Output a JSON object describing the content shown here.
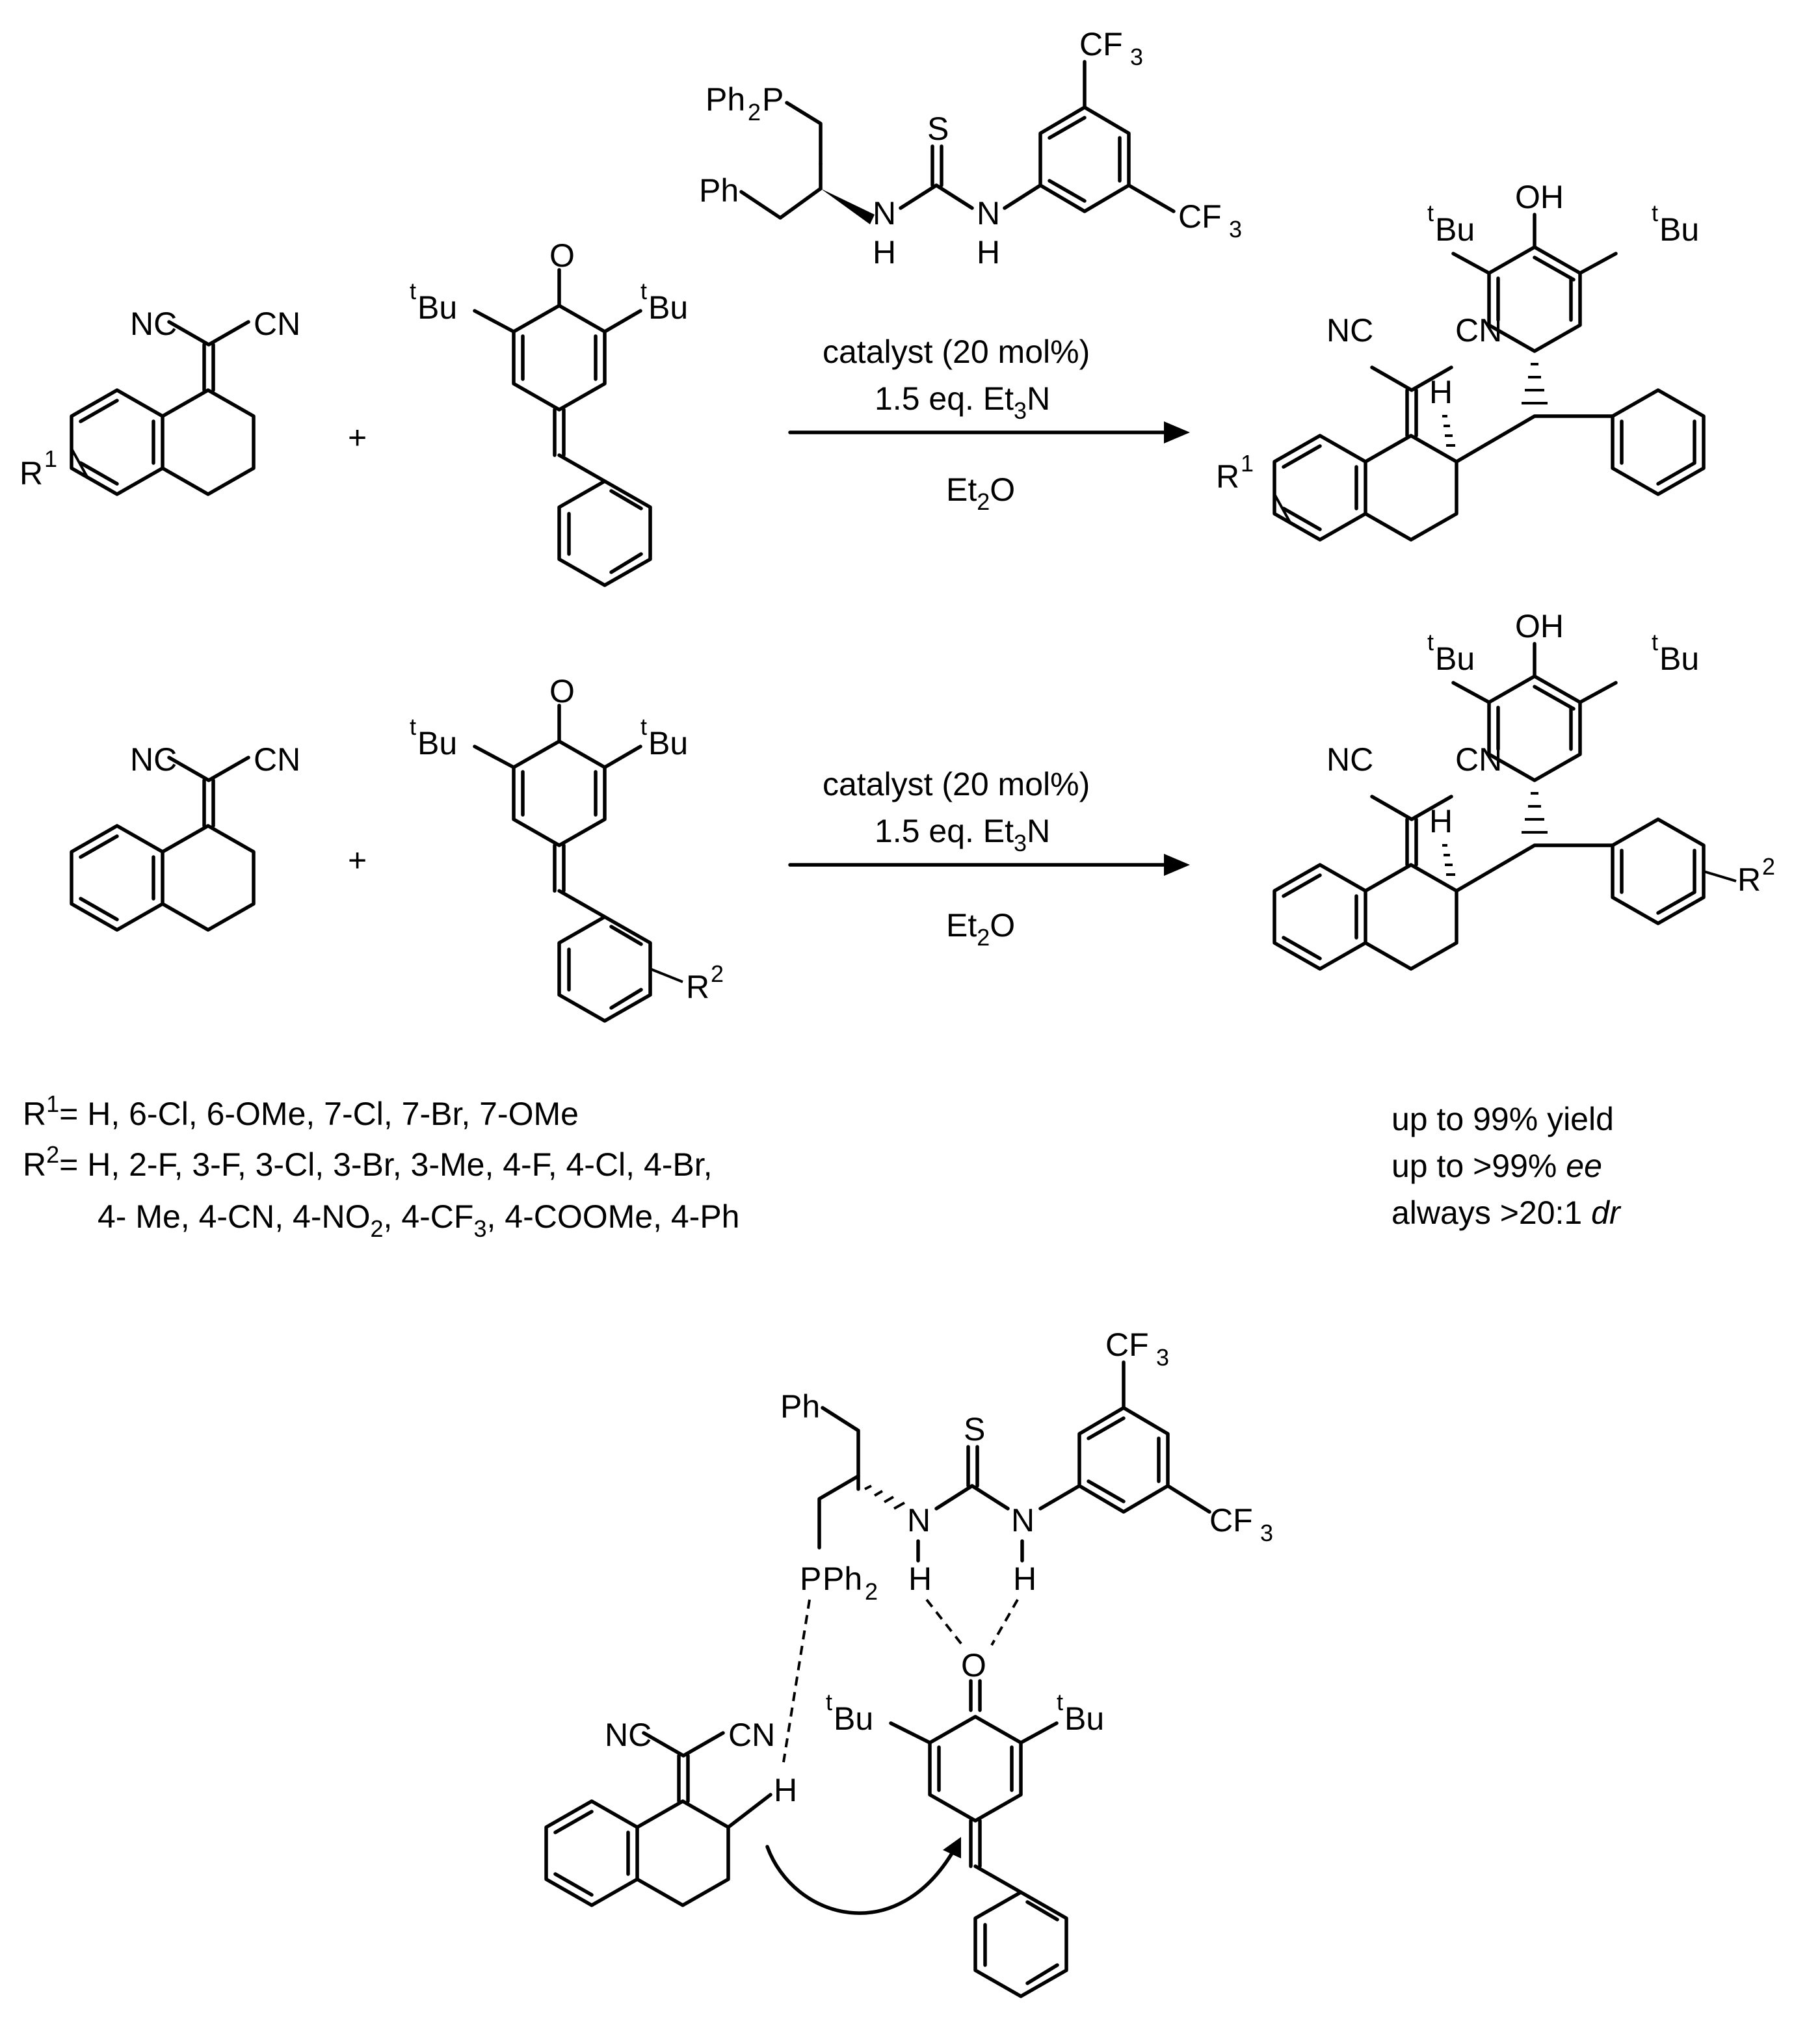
{
  "reactions": [
    {
      "conditions": {
        "line1": "catalyst (20 mol%)",
        "line2_pre": "1.5 eq. Et",
        "line2_sub": "3",
        "line2_post": "N",
        "line3_pre": "Et",
        "line3_sub": "2",
        "line3_post": "O"
      },
      "plus": "+"
    },
    {
      "conditions": {
        "line1": "catalyst (20 mol%)",
        "line2_pre": "1.5 eq. Et",
        "line2_sub": "3",
        "line2_post": "N",
        "line3_pre": "Et",
        "line3_sub": "2",
        "line3_post": "O"
      },
      "plus": "+"
    }
  ],
  "atoms": {
    "NC": "NC",
    "CN": "CN",
    "O": "O",
    "OH": "OH",
    "H": "H",
    "S": "S",
    "N": "N",
    "Ph": "Ph",
    "P": "P",
    "Ph2": "Ph",
    "two": "2",
    "three": "3",
    "CF": "CF",
    "Bu": "Bu",
    "t": "t",
    "R": "R",
    "one": "1",
    "R2": "2"
  },
  "substituents": {
    "r1_prefix": "R",
    "r1_sup": "1",
    "r1_list": "= H, 6-Cl, 6-OMe, 7-Cl, 7-Br, 7-OMe",
    "r2_prefix": "R",
    "r2_sup": "2",
    "r2_list_line1": "= H, 2-F, 3-F, 3-Cl, 3-Br, 3-Me, 4-F, 4-Cl, 4-Br,",
    "r2_list_line2_pre": "4- Me, 4-CN, 4-NO",
    "r2_list_line2_sub1": "2",
    "r2_list_line2_mid": ", 4-CF",
    "r2_list_line2_sub2": "3",
    "r2_list_line2_post": ", 4-COOMe, 4-Ph"
  },
  "results": {
    "yield": "up to 99% yield",
    "ee_pre": "up to >99% ",
    "ee_italic": "ee",
    "dr_pre": "always >20:1 ",
    "dr_italic": "dr"
  }
}
